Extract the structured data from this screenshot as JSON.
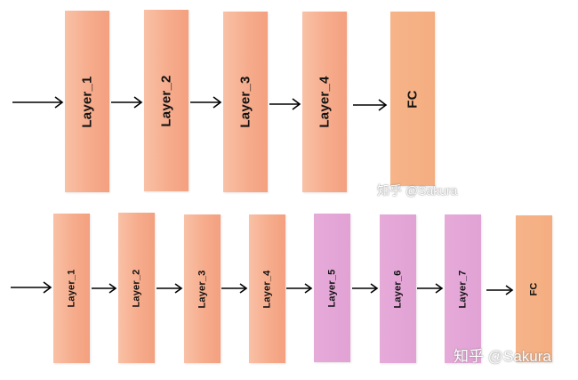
{
  "diagram": {
    "rows": [
      {
        "name": "row-1",
        "layers": [
          {
            "label": "Layer_1",
            "kind": "salmon"
          },
          {
            "label": "Layer_2",
            "kind": "salmon"
          },
          {
            "label": "Layer_3",
            "kind": "salmon"
          },
          {
            "label": "Layer_4",
            "kind": "salmon"
          },
          {
            "label": "FC",
            "kind": "fc"
          }
        ]
      },
      {
        "name": "row-2",
        "layers": [
          {
            "label": "Layer_1",
            "kind": "salmon"
          },
          {
            "label": "Layer_2",
            "kind": "salmon"
          },
          {
            "label": "Layer_3",
            "kind": "salmon"
          },
          {
            "label": "Layer_4",
            "kind": "salmon"
          },
          {
            "label": "Layer_5",
            "kind": "pink"
          },
          {
            "label": "Layer_6",
            "kind": "pink"
          },
          {
            "label": "Layer_7",
            "kind": "pink"
          },
          {
            "label": "FC",
            "kind": "fc"
          }
        ]
      }
    ],
    "colors": {
      "salmon": "#f6ac8c",
      "fc": "#f4ad80",
      "pink": "#e1a2d4",
      "arrow": "#000000"
    }
  },
  "watermarks": [
    "知乎 @Sakura",
    "知乎 @Sakura"
  ]
}
